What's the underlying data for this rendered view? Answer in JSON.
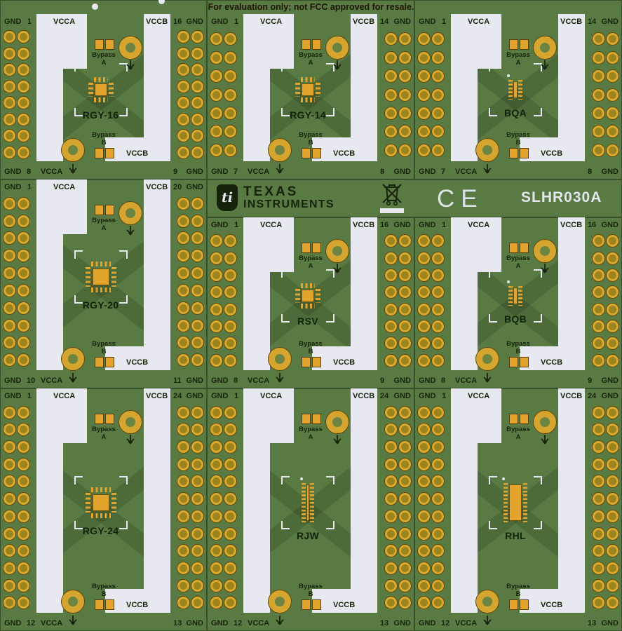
{
  "banner": "For evaluation only; not FCC approved for resale.",
  "branding": {
    "logo_glyph": "ti",
    "texas": "TEXAS",
    "instruments": "INSTRUMENTS",
    "ce": "CE",
    "part_number": "SLHR030A"
  },
  "shared": {
    "gnd": "GND",
    "vcca": "VCCA",
    "vccb": "VCCB",
    "bypass": "Bypass",
    "a": "A",
    "b": "B"
  },
  "sections": [
    {
      "name": "RGY-16",
      "top_left_pin": "1",
      "top_right_pin": "16",
      "bottom_left_pin": "8",
      "bottom_right_pin": "9",
      "rows": 8
    },
    {
      "name": "RGY-14",
      "top_left_pin": "1",
      "top_right_pin": "14",
      "bottom_left_pin": "7",
      "bottom_right_pin": "8",
      "rows": 7
    },
    {
      "name": "BQA",
      "top_left_pin": "1",
      "top_right_pin": "14",
      "bottom_left_pin": "7",
      "bottom_right_pin": "8",
      "rows": 7
    },
    {
      "name": "RGY-20",
      "top_left_pin": "1",
      "top_right_pin": "20",
      "bottom_left_pin": "10",
      "bottom_right_pin": "11",
      "rows": 10
    },
    {
      "name": "RSV",
      "top_left_pin": "1",
      "top_right_pin": "16",
      "bottom_left_pin": "8",
      "bottom_right_pin": "9",
      "rows": 8
    },
    {
      "name": "BQB",
      "top_left_pin": "1",
      "top_right_pin": "16",
      "bottom_left_pin": "8",
      "bottom_right_pin": "9",
      "rows": 8
    },
    {
      "name": "RGY-24",
      "top_left_pin": "1",
      "top_right_pin": "24",
      "bottom_left_pin": "12",
      "bottom_right_pin": "13",
      "rows": 12
    },
    {
      "name": "RJW",
      "top_left_pin": "1",
      "top_right_pin": "24",
      "bottom_left_pin": "12",
      "bottom_right_pin": "13",
      "rows": 12
    },
    {
      "name": "RHL",
      "top_left_pin": "1",
      "top_right_pin": "24",
      "bottom_left_pin": "12",
      "bottom_right_pin": "13",
      "rows": 12
    }
  ]
}
